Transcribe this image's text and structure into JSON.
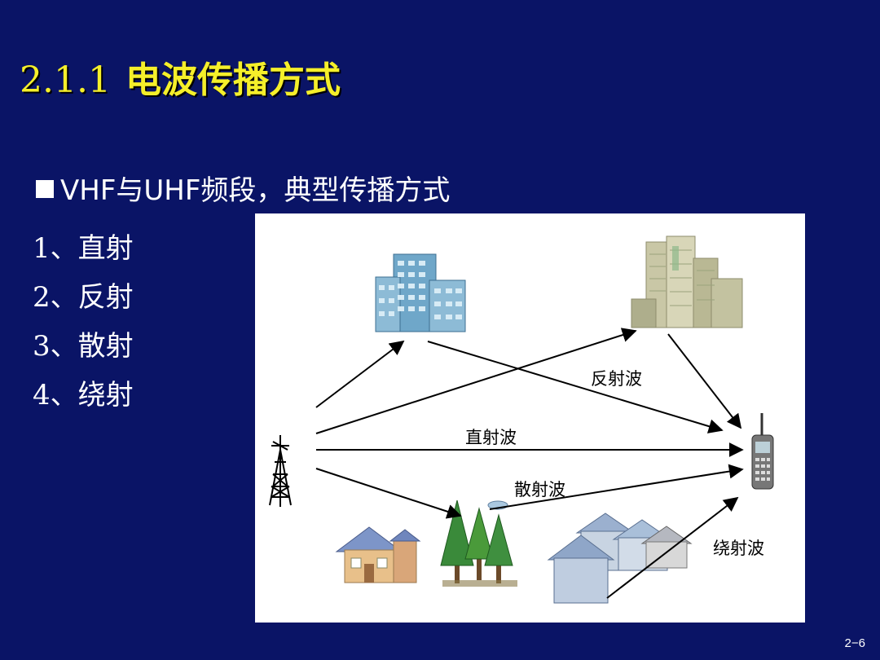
{
  "slide": {
    "title_number": "2.1.1",
    "title_text": "电波传播方式",
    "subtitle": "VHF与UHF频段，典型传播方式",
    "items": [
      {
        "num": "1",
        "sep": "、",
        "label": "直射"
      },
      {
        "num": "2",
        "sep": "、",
        "label": "反射"
      },
      {
        "num": "3",
        "sep": "、",
        "label": "散射"
      },
      {
        "num": "4",
        "sep": "、",
        "label": "绕射"
      }
    ],
    "page_number": "2−6"
  },
  "figure": {
    "labels": {
      "reflected": "反射波",
      "direct": "直射波",
      "scattered": "散射波",
      "diffracted": "绕射波"
    },
    "colors": {
      "arrow": "#000000",
      "building_blue": "#6fa7c9",
      "tree_green": "#3a8a3a",
      "house_roof": "#7d95c8"
    }
  }
}
